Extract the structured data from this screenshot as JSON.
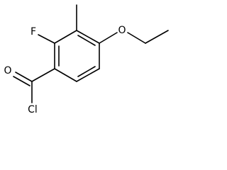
{
  "atoms": {
    "fluorine": "F",
    "ether_oxygen": "O",
    "carbonyl_oxygen": "O",
    "chlorine": "Cl"
  },
  "colors": {
    "bond": "#000000",
    "label": "#000000",
    "background": "#ffffff"
  }
}
